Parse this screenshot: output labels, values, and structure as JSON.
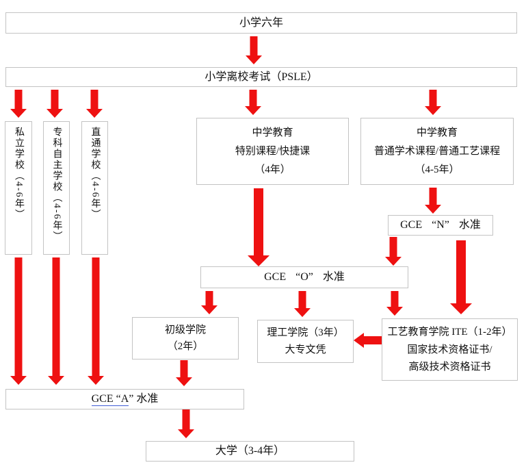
{
  "colors": {
    "arrow_red": "#ee1111",
    "box_border": "#c3c3c3",
    "underline_blue": "#3f5bd5",
    "text": "#111111",
    "background": "#ffffff"
  },
  "nodes": {
    "primary": {
      "label": "小学六年"
    },
    "psle": {
      "label": "小学离校考试（PSLE）"
    },
    "private_school": {
      "label": "私立学校（4-6年）"
    },
    "specialised_independent_school": {
      "label": "专科自主学校（4-6年）"
    },
    "through_train_school": {
      "label": "直通学校（4-6年）"
    },
    "secondary_express": {
      "lines": [
        "中学教育",
        "特别课程/快捷课",
        "（4年）"
      ]
    },
    "secondary_normal": {
      "lines": [
        "中学教育",
        "普通学术课程/普通工艺课程",
        "（4-5年）"
      ]
    },
    "gce_n_level": {
      "label": "GCE “N” 水准"
    },
    "gce_o_level": {
      "label": "GCE “O” 水准"
    },
    "junior_college": {
      "lines": [
        "初级学院",
        "（2年）"
      ]
    },
    "polytechnic": {
      "lines": [
        "理工学院（3年）",
        "大专文凭"
      ]
    },
    "ite": {
      "lines": [
        "工艺教育学院 ITE（1-2年）",
        "国家技术资格证书/",
        "高级技术资格证书"
      ]
    },
    "gce_a_level": {
      "label_underlined": "GCE “A",
      "label_rest": "” 水准"
    },
    "university": {
      "label": "大学（3-4年）"
    }
  }
}
